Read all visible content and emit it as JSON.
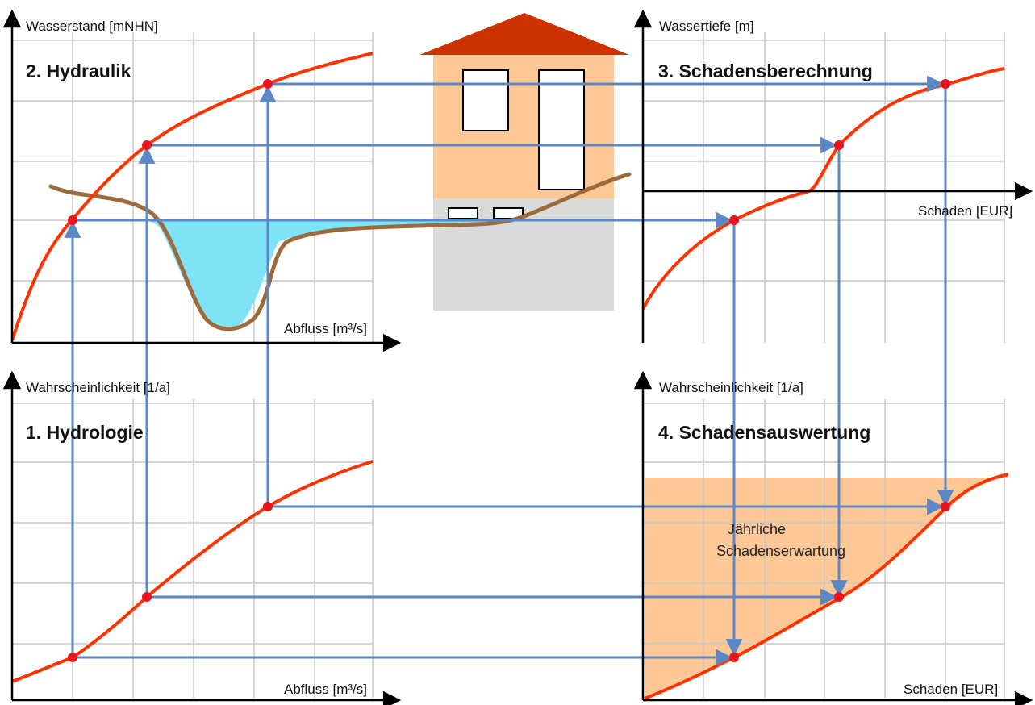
{
  "panels": {
    "hydraulik": {
      "title": "2. Hydraulik",
      "y_axis_label": "Wasserstand [mNHN]",
      "x_axis_label": "Abfluss [m³/s]"
    },
    "schadensberechnung": {
      "title": "3. Schadensberechnung",
      "y_axis_label": "Wassertiefe [m]",
      "x_axis_label": "Schaden [EUR]"
    },
    "hydrologie": {
      "title": "1. Hydrologie",
      "y_axis_label": "Wahrscheinlichkeit [1/a]",
      "x_axis_label": "Abfluss [m³/s]"
    },
    "schadensauswertung": {
      "title": "4. Schadensauswertung",
      "y_axis_label": "Wahrscheinlichkeit [1/a]",
      "x_axis_label": "Schaden [EUR]",
      "area_label_line1": "Jährliche",
      "area_label_line2": "Schadenserwartung"
    }
  },
  "colors": {
    "curve": "#ff3300",
    "point": "#e8141e",
    "arrow": "#5b87c5",
    "grid": "#c8c8c8",
    "axis": "#000000",
    "water": "#7fe3f7",
    "terrain": "#9c6b3d",
    "house_wall": "#fdc896",
    "house_basement": "#dadada",
    "roof": "#cc3300",
    "expected_damage_area": "#fdc896"
  },
  "icons": [
    "house-icon",
    "water-body-icon",
    "terrain-profile-icon"
  ]
}
